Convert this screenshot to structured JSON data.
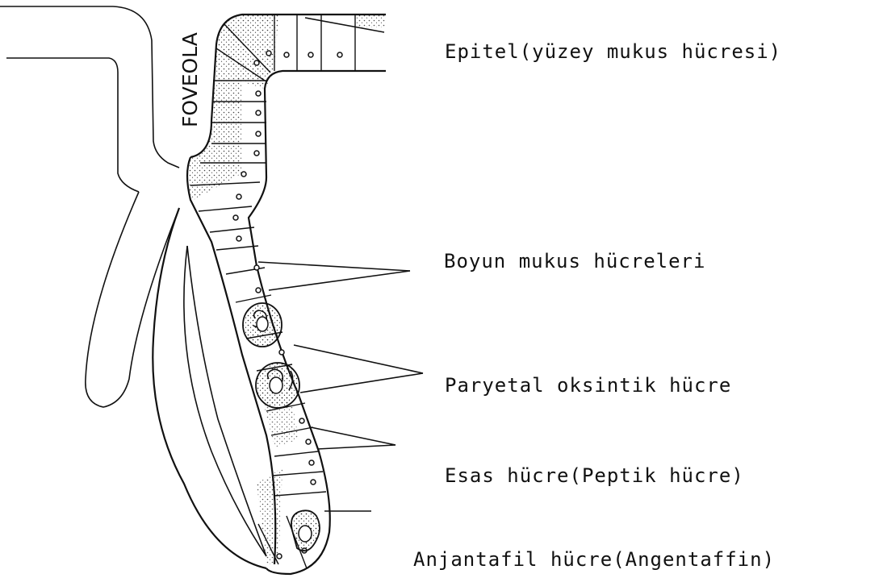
{
  "diagram": {
    "vertical_label": "FOVEOLA",
    "labels": {
      "epitel": "Epitel(yüzey mukus hücresi)",
      "boyun": "Boyun mukus hücreleri",
      "paryetal": "Paryetal oksintik hücre",
      "esas": "Esas hücre(Peptik hücre)",
      "anjantafil": "Anjantafil hücre(Angentaffin)"
    }
  }
}
